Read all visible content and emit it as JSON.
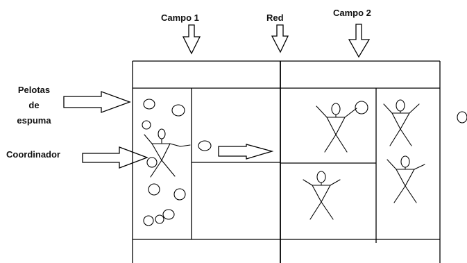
{
  "labels": {
    "campo1": "Campo 1",
    "red": "Red",
    "campo2": "Campo 2",
    "pelotas_line1": "Pelotas",
    "pelotas_line2": "de",
    "pelotas_line3": "espuma",
    "coordinador": "Coordinador"
  },
  "colors": {
    "ink": "#000000",
    "background": "#ffffff"
  }
}
